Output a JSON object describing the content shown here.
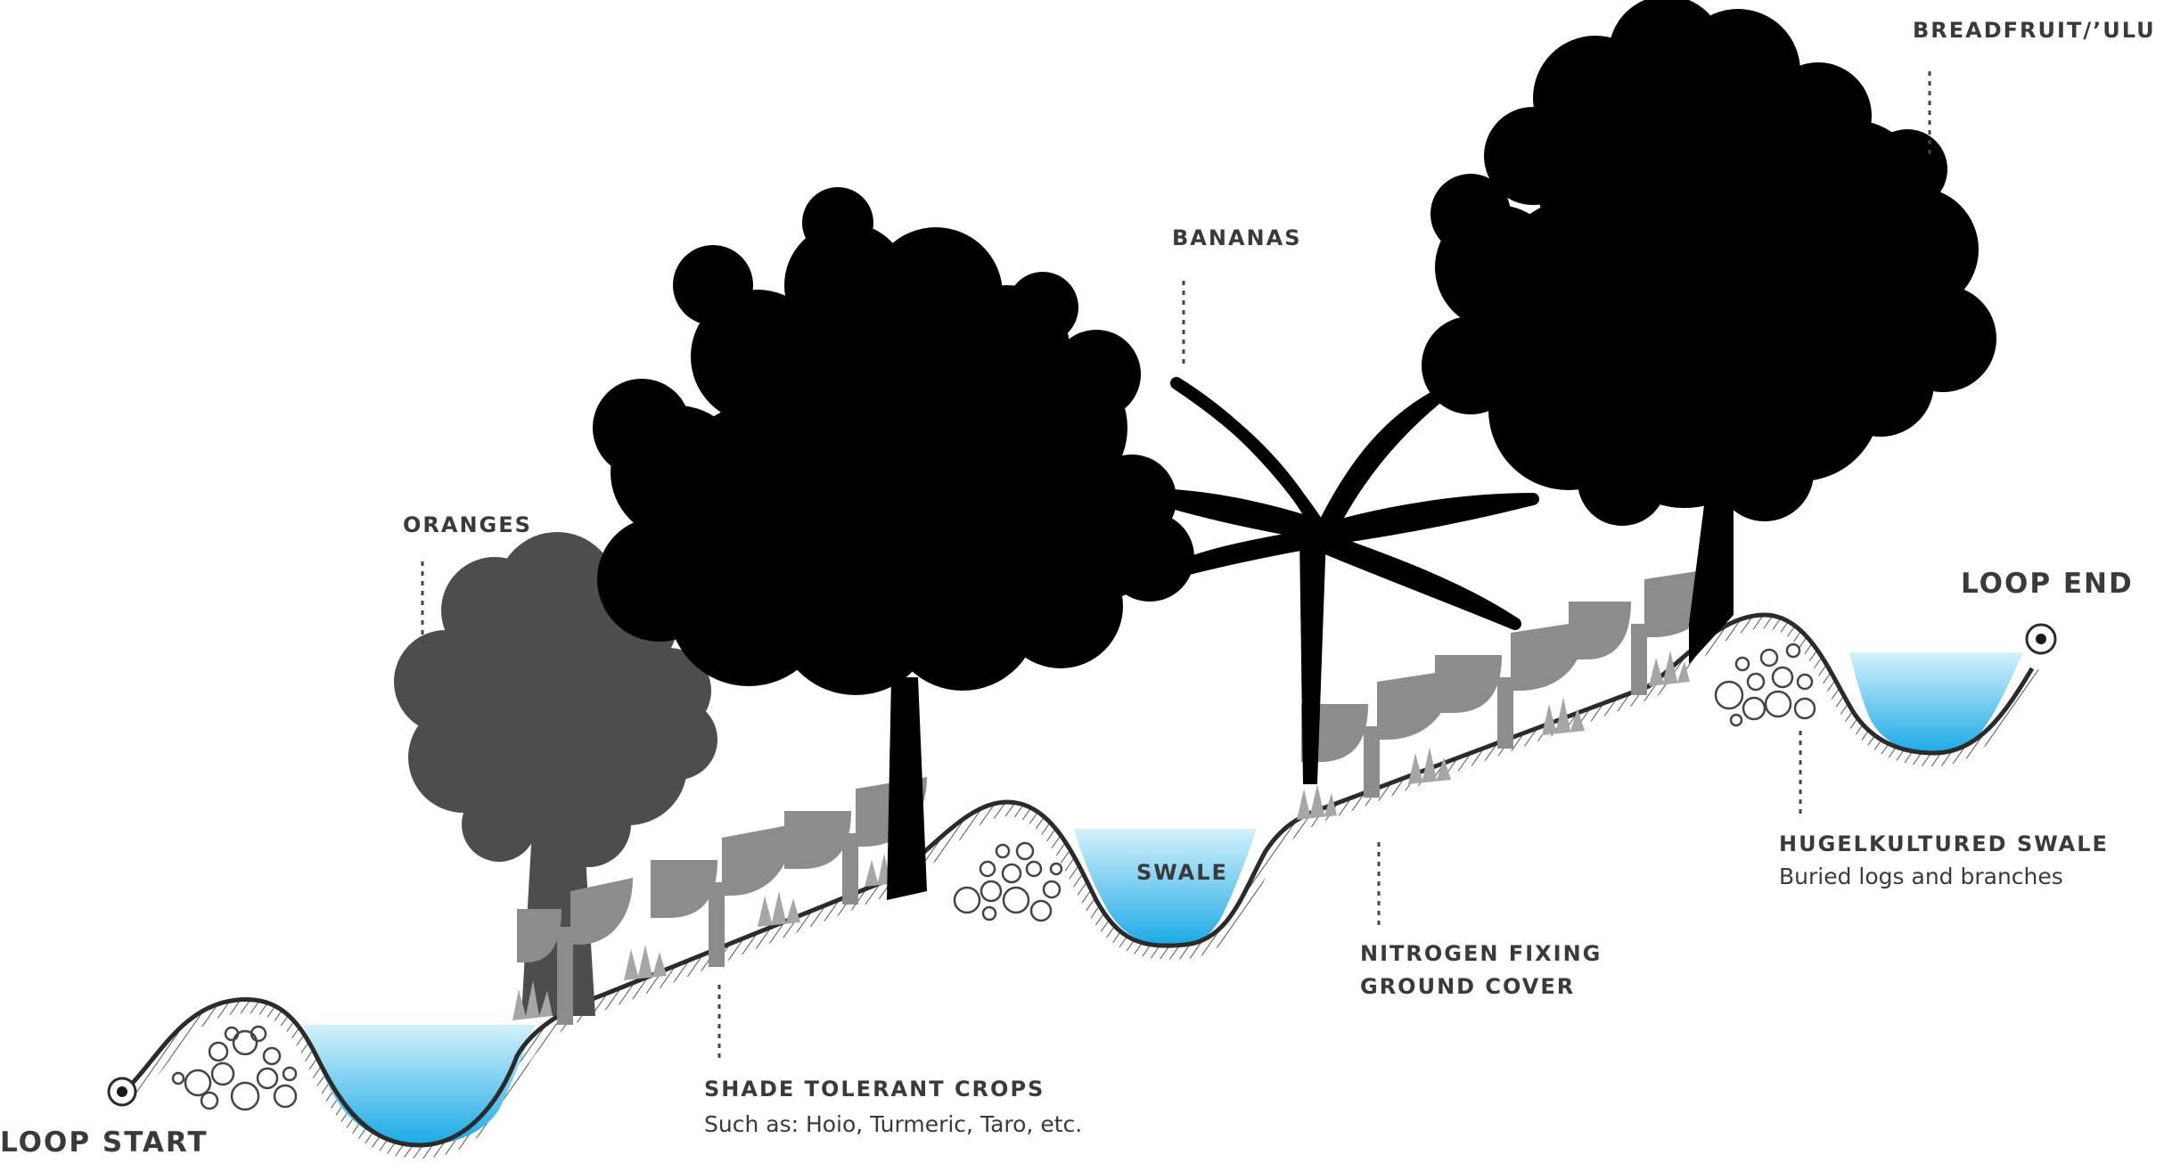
{
  "labels": {
    "loop_start": "LOOP START",
    "loop_end": "LOOP END",
    "oranges": "ORANGES",
    "bananas": "BANANAS",
    "breadfruit": "BREADFRUIT/’ULU",
    "swale": "SWALE",
    "shade_crops_title": "SHADE TOLERANT CROPS",
    "shade_crops_sub": "Such as: Hoio, Turmeric, Taro, etc.",
    "nitrogen_line1": "NITROGEN FIXING",
    "nitrogen_line2": "GROUND COVER",
    "hugel_title": "HUGELKULTURED SWALE",
    "hugel_sub": "Buried logs and branches"
  },
  "colors": {
    "tree_dark": "#000000",
    "tree_orange": "#4d4d4d",
    "crops": "#8c8c8c",
    "grass": "#a6a6a6",
    "ground_line": "#2b2b2b",
    "water_top": "#d4f1fb",
    "water_bottom": "#1aa9e6",
    "text": "#3a3a3a"
  },
  "icons": [
    "loop-start-marker-icon",
    "loop-end-marker-icon"
  ]
}
